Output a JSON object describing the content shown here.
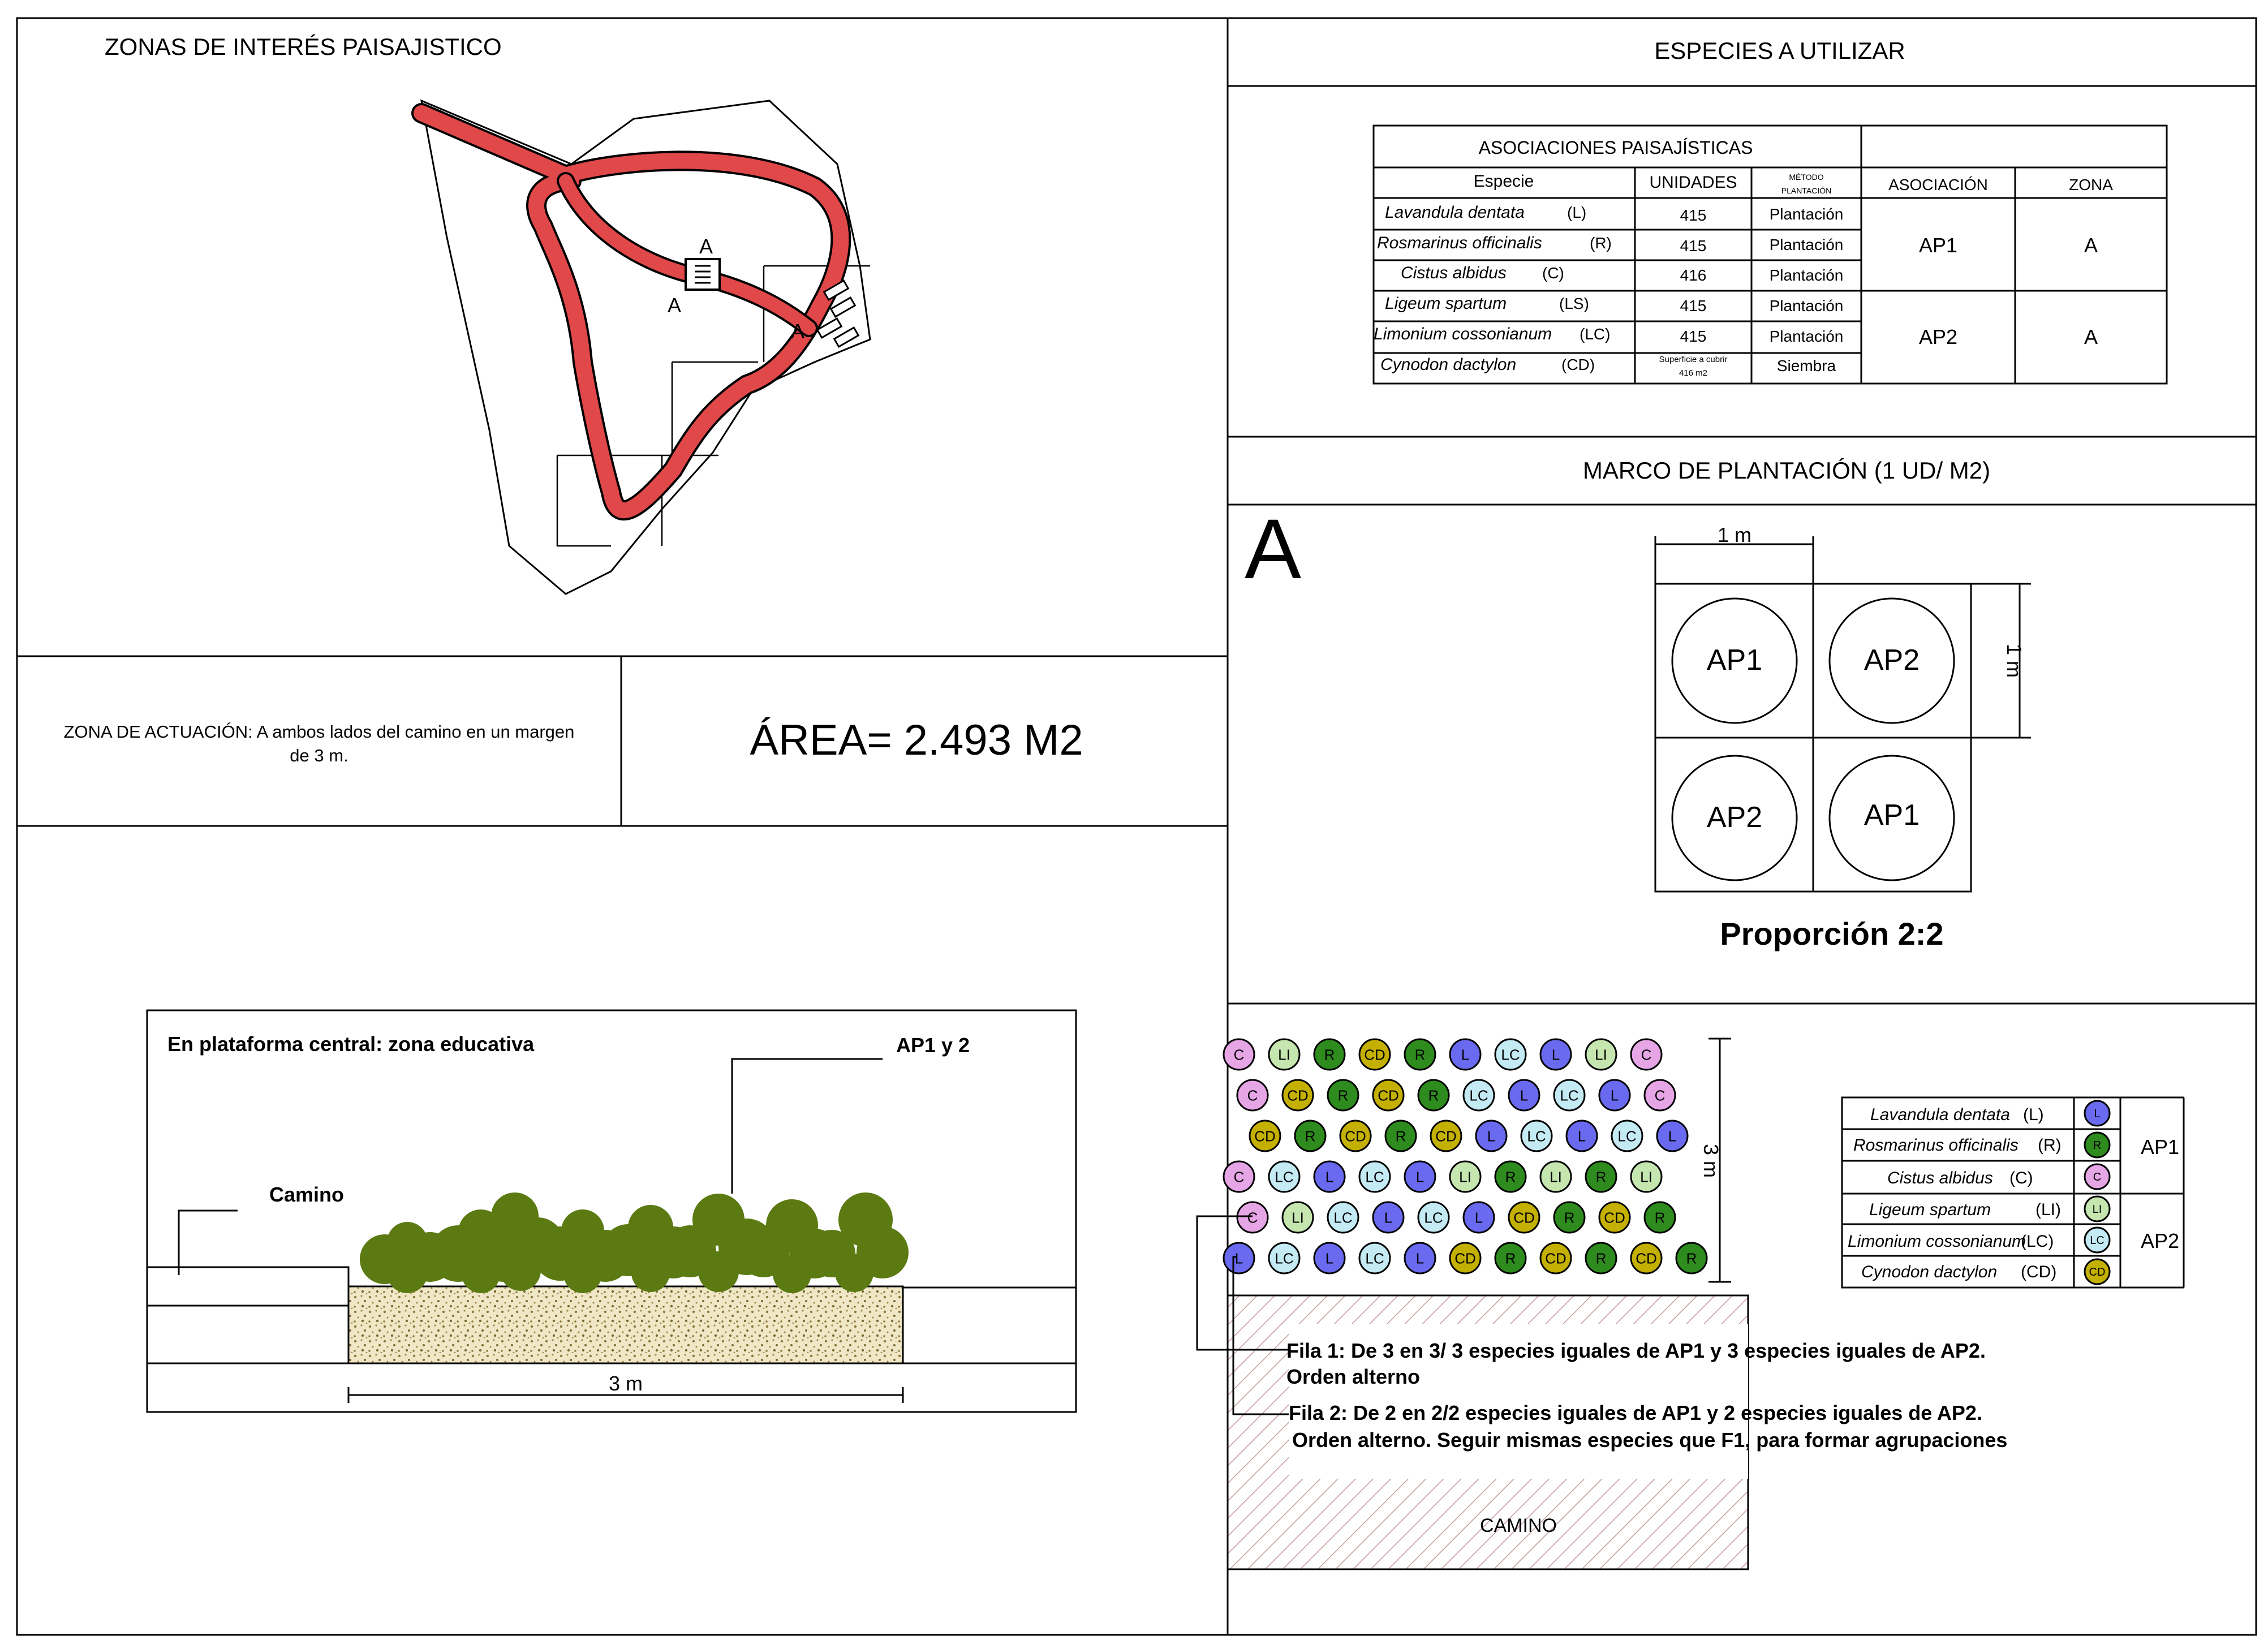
{
  "zonas": {
    "title": "ZONAS DE INTERÉS PAISAJISTICO",
    "marker_a": "A"
  },
  "actuacion": {
    "line1": "ZONA DE ACTUACIÓN: A ambos lados del camino en un margen",
    "line2": "de 3 m.",
    "area": "ÁREA= 2.493 M2"
  },
  "especies": {
    "title": "ESPECIES A UTILIZAR",
    "table_title": "ASOCIACIONES PAISAJÍSTICAS",
    "headers": {
      "especie": "Especie",
      "unidades": "UNIDADES",
      "metodo1": "MÉTODO",
      "metodo2": "PLANTACIÓN",
      "asociacion": "ASOCIACIÓN",
      "zona": "ZONA"
    },
    "rows": [
      {
        "name": "Lavandula dentata",
        "code": "(L)",
        "units": "415",
        "method": "Plantación"
      },
      {
        "name": "Rosmarinus officinalis",
        "code": "(R)",
        "units": "415",
        "method": "Plantación"
      },
      {
        "name": "Cistus albidus",
        "code": "(C)",
        "units": "416",
        "method": "Plantación"
      },
      {
        "name": "Ligeum spartum",
        "code": "(LS)",
        "units": "415",
        "method": "Plantación"
      },
      {
        "name": "Limonium cossonianum",
        "code": "(LC)",
        "units": "415",
        "method": "Plantación"
      },
      {
        "name": "Cynodon dactylon",
        "code": "(CD)",
        "units_l1": "Superficie a cubrir",
        "units_l2": "416 m2",
        "method": "Siembra"
      }
    ],
    "assoc1": "AP1",
    "zona1": "A",
    "assoc2": "AP2",
    "zona2": "A"
  },
  "marco": {
    "title": "MARCO DE PLANTACIÓN  (1 UD/ M2)",
    "big_a": "A",
    "dim_h": "1 m",
    "dim_v": "1 m",
    "cells": [
      "AP1",
      "AP2",
      "AP2",
      "AP1"
    ],
    "proportion": "Proporción 2:2"
  },
  "seccion": {
    "educativa": "En plataforma central: zona educativa",
    "ap_label": "AP1 y 2",
    "camino": "Camino",
    "dim": "3 m"
  },
  "plan": {
    "rows": [
      [
        "C",
        "LI",
        "R",
        "CD",
        "R",
        "L",
        "LC",
        "L",
        "LI",
        "C"
      ],
      [
        "C",
        "CD",
        "R",
        "CD",
        "R",
        "LC",
        "L",
        "LC",
        "L",
        "C"
      ],
      [
        "CD",
        "R",
        "CD",
        "R",
        "CD",
        "L",
        "LC",
        "L",
        "LC",
        "L"
      ],
      [
        "C",
        "LC",
        "L",
        "LC",
        "L",
        "LI",
        "R",
        "LI",
        "R",
        "LI"
      ],
      [
        "C",
        "LI",
        "LC",
        "L",
        "LC",
        "L",
        "CD",
        "R",
        "CD",
        "R"
      ],
      [
        "L",
        "LC",
        "L",
        "LC",
        "L",
        "CD",
        "R",
        "CD",
        "R",
        "CD",
        "R"
      ]
    ],
    "dim": "3 m",
    "fila1_l1": "Fila 1: De 3 en 3/ 3 especies iguales de AP1 y 3 especies iguales de AP2.",
    "fila1_l2": "Orden alterno",
    "fila2_l1": "Fila 2: De 2 en 2/2 especies iguales de AP1 y 2 especies iguales de AP2.",
    "fila2_l2": "Orden alterno. Seguir mismas especies que F1, para formar agrupaciones",
    "camino": "CAMINO"
  },
  "legend": {
    "rows": [
      {
        "name": "Lavandula dentata",
        "code": "(L)",
        "symbol": "L"
      },
      {
        "name": "Rosmarinus officinalis",
        "code": "(R)",
        "symbol": "R"
      },
      {
        "name": "Cistus albidus",
        "code": "(C)",
        "symbol": "C"
      },
      {
        "name": "Ligeum spartum",
        "code": "(LI)",
        "symbol": "LI"
      },
      {
        "name": "Limonium cossonianum",
        "code": "(LC)",
        "symbol": "LC"
      },
      {
        "name": "Cynodon dactylon",
        "code": "(CD)",
        "symbol": "CD"
      }
    ],
    "group1": "AP1",
    "group2": "AP2"
  },
  "colors": {
    "L": "#6a6af0",
    "R": "#2e8b1e",
    "C": "#e6a6e6",
    "LI": "#c6e6b0",
    "LC": "#c4eaf4",
    "CD": "#c4b000",
    "path": "#e0484a",
    "shrub": "#5b7a12"
  }
}
